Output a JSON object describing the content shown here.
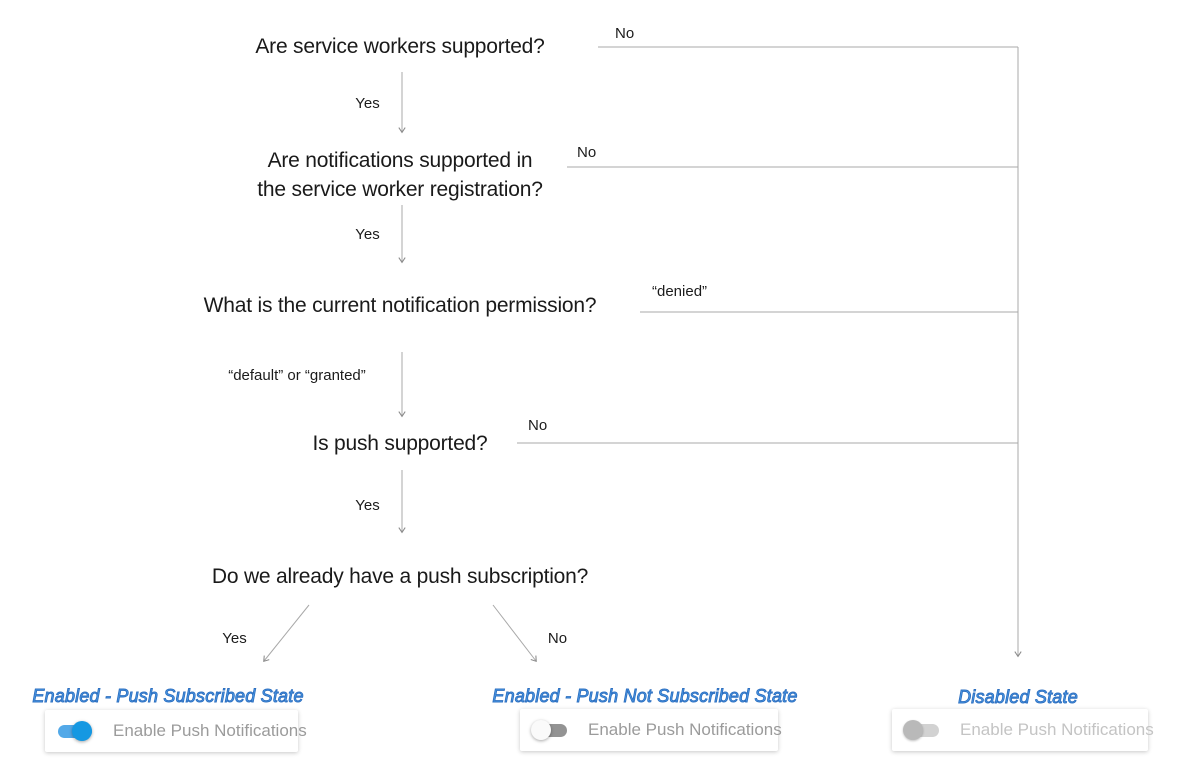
{
  "diagram": {
    "questions": {
      "q1": "Are service workers supported?",
      "q2_line1": "Are notifications supported in",
      "q2_line2": "the service worker registration?",
      "q3": "What is the current notification permission?",
      "q4": "Is push supported?",
      "q5": "Do we already have a push subscription?"
    },
    "edges": {
      "q1_yes": "Yes",
      "q1_no": "No",
      "q2_yes": "Yes",
      "q2_no": "No",
      "q3_yes": "“default” or “granted”",
      "q3_no": "“denied”",
      "q4_yes": "Yes",
      "q4_no": "No",
      "q5_yes": "Yes",
      "q5_no": "No"
    }
  },
  "states": [
    {
      "label": "Enabled - Push Subscribed State",
      "toggle_state": "on",
      "button_label": "Enable Push Notifications"
    },
    {
      "label": "Enabled - Push Not Subscribed State",
      "toggle_state": "off",
      "button_label": "Enable Push Notifications"
    },
    {
      "label": "Disabled State",
      "toggle_state": "disabled",
      "button_label": "Enable Push Notifications"
    }
  ],
  "colors": {
    "flow_line": "#a8a8a8",
    "arrowhead": "#8a8a8a",
    "question_text": "#1a1a1a",
    "state_label_blue": "#4d9de8",
    "state_label_outline": "#2d6fc0",
    "toggle_on_track": "#53a9e8",
    "toggle_on_thumb": "#1598e2",
    "toggle_off_track": "#939393",
    "toggle_off_thumb": "#fafafa",
    "toggle_disabled_track": "#d2d2d2",
    "toggle_disabled_thumb": "#b9b9b9",
    "card_text_gray": "#9b9b9b",
    "card_text_disabled": "#c4c4c4"
  }
}
